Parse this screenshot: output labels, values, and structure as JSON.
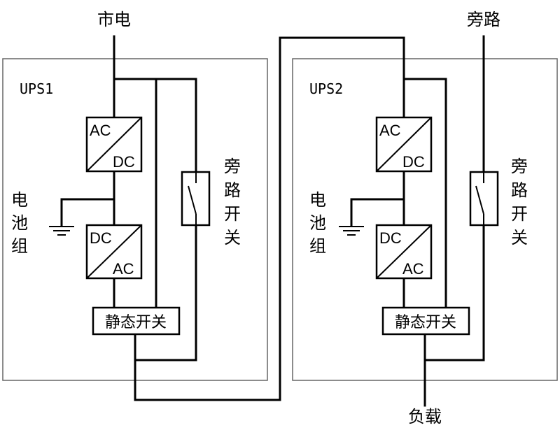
{
  "labels": {
    "mains": "市电",
    "bypass_in": "旁路",
    "load": "负载",
    "ups1": "UPS1",
    "ups2": "UPS2",
    "ac": "AC",
    "dc": "DC",
    "battery": [
      "电",
      "池",
      "组"
    ],
    "bypass_switch": [
      "旁",
      "路",
      "开",
      "关"
    ],
    "static_switch": "静态开关"
  },
  "colors": {
    "line": "#000000",
    "frame": "#666666",
    "background": "#ffffff"
  }
}
